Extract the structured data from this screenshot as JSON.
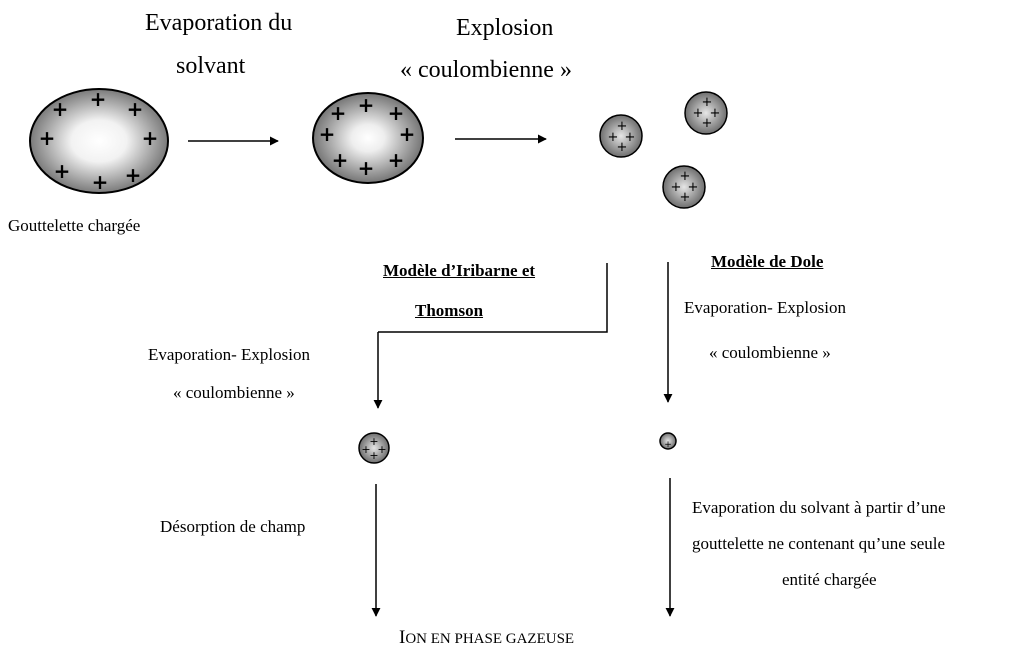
{
  "top": {
    "step1_line1": "Evaporation du",
    "step1_line2": "solvant",
    "step2_line1": "Explosion",
    "step2_line2": "« coulombienne »",
    "droplet_caption": "Gouttelette chargée"
  },
  "models": {
    "iribarne_line1": "Modèle d’Iribarne et",
    "iribarne_line2": "Thomson",
    "dole": "Modèle  de Dole"
  },
  "left_branch": {
    "step_line1": "Evaporation- Explosion",
    "step_line2": "« coulombienne »",
    "desorption": "Désorption de champ"
  },
  "right_branch": {
    "step_line1": "Evaporation- Explosion",
    "step_line2": "« coulombienne »",
    "final_line1": "Evaporation du solvant  à partir d’une",
    "final_line2": "gouttelette ne contenant qu’une seule",
    "final_line3": "entité chargée"
  },
  "result": {
    "first_letter": "I",
    "rest": "ON EN PHASE GAZEUSE"
  },
  "plus_sign": "+"
}
